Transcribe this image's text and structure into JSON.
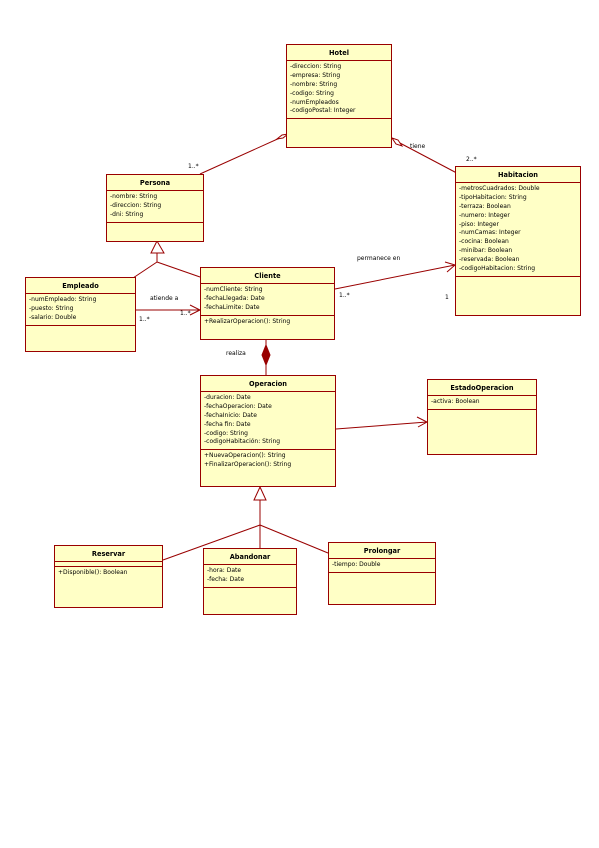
{
  "classes": {
    "hotel": {
      "name": "Hotel",
      "attributes": [
        "-direccion: String",
        "-empresa: String",
        "-nombre: String",
        "-codigo: String",
        "-numEmpleados",
        "-codigoPostal: Integer"
      ],
      "operations": []
    },
    "persona": {
      "name": "Persona",
      "attributes": [
        "-nombre: String",
        "-direccion: String",
        "-dni: String"
      ],
      "operations": []
    },
    "habitacion": {
      "name": "Habitacion",
      "attributes": [
        "-metrosCuadrados: Double",
        "-tipoHabitacion: String",
        "-terraza: Boolean",
        "-numero: Integer",
        "-piso: Integer",
        "-numCamas: Integer",
        "-cocina: Boolean",
        "-minibar: Boolean",
        "-reservada: Boolean",
        "-codigoHabitacion: String"
      ],
      "operations": []
    },
    "empleado": {
      "name": "Empleado",
      "attributes": [
        "-numEmpleado: String",
        "-puesto: String",
        "-salario: Double"
      ],
      "operations": []
    },
    "cliente": {
      "name": "Cliente",
      "attributes": [
        "-numCliente: String",
        "-fechaLlegada: Date",
        "-fechaLimite: Date"
      ],
      "operations": [
        "+RealizarOperacion(): String"
      ]
    },
    "operacion": {
      "name": "Operacion",
      "attributes": [
        "-duracion: Date",
        "-fechaOperacion: Date",
        "-fechaInicio: Date",
        "-fecha fin: Date",
        "-codigo: String",
        "-codigoHabitación: String"
      ],
      "operations": [
        "+NuevaOperacion(): String",
        "+FinalizarOperacion(): String"
      ]
    },
    "estado": {
      "name": "EstadoOperacion",
      "attributes": [
        "-activa: Boolean"
      ],
      "operations": []
    },
    "reservar": {
      "name": "Reservar",
      "attributes": [],
      "operations": [
        "+Disponible(): Boolean"
      ]
    },
    "abandonar": {
      "name": "Abandonar",
      "attributes": [
        "-hora: Date",
        "-fecha: Date"
      ],
      "operations": []
    },
    "prolongar": {
      "name": "Prolongar",
      "attributes": [
        "-tiempo: Double"
      ],
      "operations": []
    }
  },
  "labels": {
    "persona_hotel_mult": "1..*",
    "tiene": "tiene",
    "habitacion_mult": "2..*",
    "permanece_en": "permanece en",
    "cliente_mult_hab": "1..*",
    "habitacion_mult_one": "1",
    "atiende_a": "atiende a",
    "empleado_mult": "1..*",
    "cliente_mult_emp": "1..*",
    "realiza": "realiza"
  },
  "colors": {
    "fill": "#ffffc6",
    "stroke": "#990000"
  }
}
